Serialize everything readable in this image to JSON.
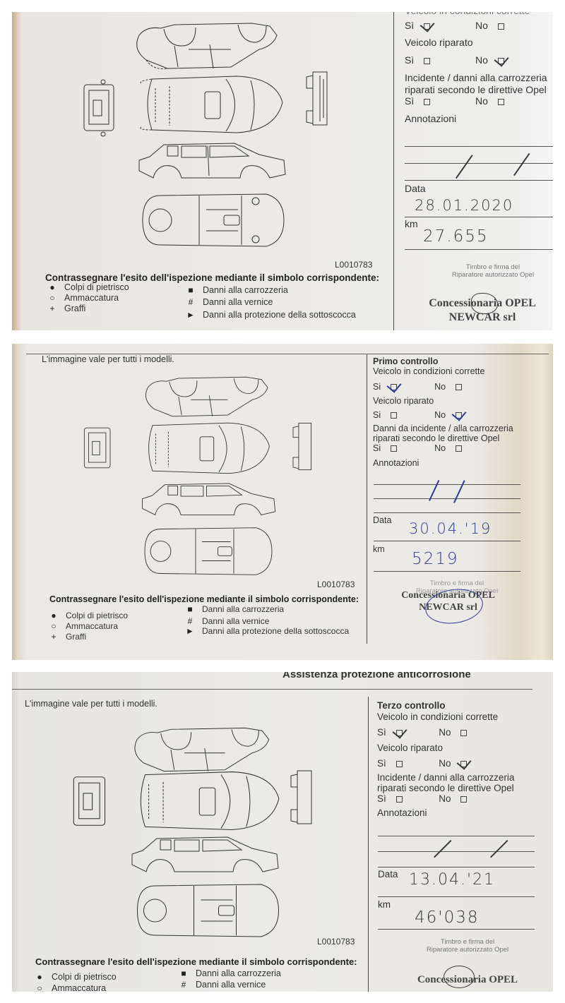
{
  "document": {
    "description": "Three photographed pages of an Opel service booklet — anti-corrosion inspection records",
    "diagram_caption": "L'immagine vale per tutti i modelli.",
    "diagram_code": "L0010783",
    "legend": {
      "title": "Contrassegnare l'esito dell'ispezione mediante il simbolo corrispondente:",
      "items": [
        {
          "symbol": "●",
          "icon": "filled-circle-icon",
          "label": "Colpi di pietrisco"
        },
        {
          "symbol": "○",
          "icon": "open-circle-icon",
          "label": "Ammaccatura"
        },
        {
          "symbol": "+",
          "icon": "plus-icon",
          "label": "Graffi"
        },
        {
          "symbol": "■",
          "icon": "filled-square-icon",
          "label": "Danni alla carrozzeria"
        },
        {
          "symbol": "#",
          "icon": "hash-icon",
          "label": "Danni alla vernice"
        },
        {
          "symbol": "►",
          "icon": "triangle-right-icon",
          "label": "Danni alla protezione della sottoscocca"
        }
      ]
    },
    "labels": {
      "veicolo_condizioni": "Veicolo in condizioni corrette",
      "veicolo_riparato": "Veicolo riparato",
      "si": "Sì",
      "si_plain": "Si",
      "no": "No",
      "annotazioni": "Annotazioni",
      "data": "Data",
      "km": "km",
      "stamp_caption_1": "Timbro e firma del",
      "stamp_caption_2": "Riparatore autorizzato Opel",
      "stamp_line_1": "Concessionaria OPEL",
      "stamp_line_2": "NEWCAR srl"
    }
  },
  "pages": [
    {
      "id": "page-1",
      "heading": "",
      "question_3": "Incidente / danni alla carrozzeria riparati secondo le direttive Opel",
      "question_3_line1": "Incidente / danni alla carrozzeria",
      "question_3_line2": "riparati secondo le direttive Opel",
      "answers": {
        "condizioni_corrette": "Sì",
        "riparato": "No",
        "incidente_riparato": ""
      },
      "data": "28.01.2020",
      "km": "27.655",
      "ink_color": "#3a3a3a"
    },
    {
      "id": "page-2",
      "heading": "Primo controllo",
      "question_3_line1": "Danni da incidente / alla carrozzeria",
      "question_3_line2": "riparati secondo le direttive Opel",
      "answers": {
        "condizioni_corrette": "Si",
        "riparato": "No",
        "incidente_riparato": ""
      },
      "data": "30.04.'19",
      "km": "5219",
      "ink_color": "#2f3a9a"
    },
    {
      "id": "page-3",
      "section_title": "Assistenza protezione anticorrosione",
      "heading": "Terzo controllo",
      "question_3_line1": "Incidente / danni alla carrozzeria",
      "question_3_line2": "riparati secondo le direttive Opel",
      "answers": {
        "condizioni_corrette": "Sì",
        "riparato": "No",
        "incidente_riparato": ""
      },
      "data": "13.04.'21",
      "km": "46'038",
      "ink_color": "#3a3a3a"
    }
  ]
}
